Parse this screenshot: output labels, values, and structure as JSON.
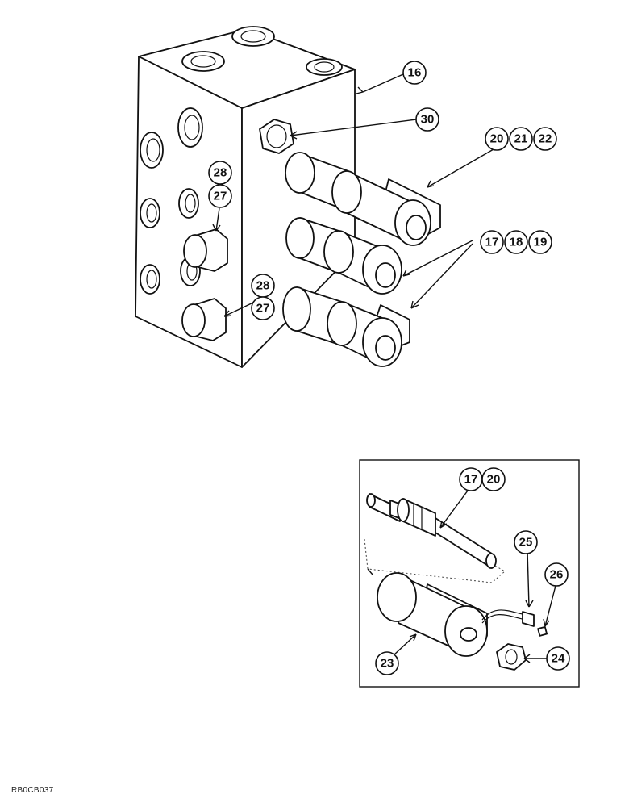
{
  "callouts": {
    "c16": "16",
    "c30": "30",
    "c20": "20",
    "c21": "21",
    "c22": "22",
    "c17": "17",
    "c18": "18",
    "c19": "19",
    "c28a": "28",
    "c27a": "27",
    "c28b": "28",
    "c27b": "27",
    "inset_c17": "17",
    "inset_c20": "20",
    "c25": "25",
    "c26": "26",
    "c23": "23",
    "c24": "24"
  },
  "reference_code": "RB0CB037"
}
